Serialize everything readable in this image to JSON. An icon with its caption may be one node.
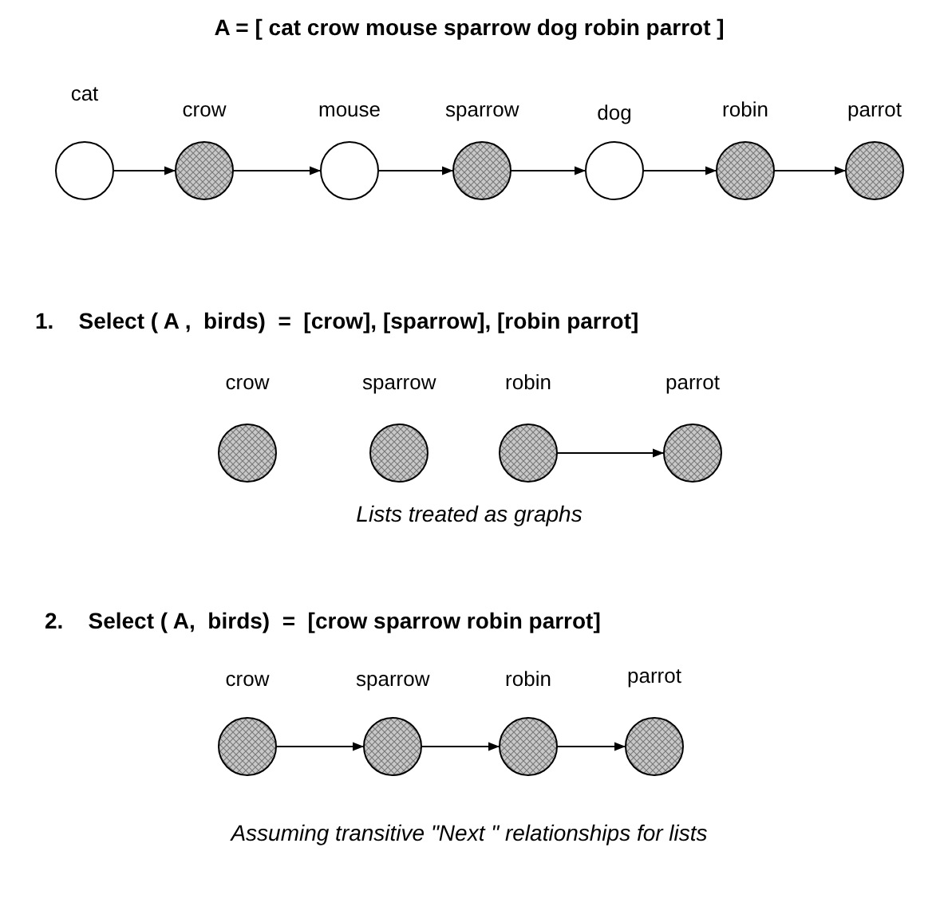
{
  "diagram": {
    "title": "A = [ cat crow mouse sparrow dog robin parrot ]",
    "nodes": [
      {
        "text": [
          "cat"
        ]
      },
      {
        "text": [
          "crow"
        ]
      },
      {
        "text": [
          "mouse"
        ]
      },
      {
        "text": [
          "sparrow"
        ]
      },
      {
        "text": [
          "dog"
        ]
      },
      {
        "text": [
          "robin"
        ]
      },
      {
        "text": [
          "parrot"
        ]
      },
      {
        "text": [
          "crow"
        ]
      },
      {
        "text": [
          "sparrow"
        ]
      },
      {
        "text": [
          "robin"
        ]
      },
      {
        "text": [
          "parrot"
        ]
      },
      {
        "text": [
          "crow"
        ]
      },
      {
        "text": [
          "sparrow"
        ]
      },
      {
        "text": [
          "robin"
        ]
      },
      {
        "text": [
          "parrot"
        ]
      }
    ],
    "edges": [
      {
        "from": 0,
        "to": 1,
        "arrow": "to"
      },
      {
        "from": 1,
        "to": 2,
        "arrow": "to"
      },
      {
        "from": 2,
        "to": 3,
        "arrow": "to"
      },
      {
        "from": 3,
        "to": 4,
        "arrow": "to"
      },
      {
        "from": 4,
        "to": 5,
        "arrow": "to"
      },
      {
        "from": 5,
        "to": 6,
        "arrow": "to"
      },
      {
        "from": 9,
        "to": 10,
        "arrow": "to"
      },
      {
        "from": 11,
        "to": 12,
        "arrow": "to"
      },
      {
        "from": 12,
        "to": 13,
        "arrow": "to"
      },
      {
        "from": 13,
        "to": 14,
        "arrow": "to"
      }
    ],
    "labels": [
      "1.    Select ( A ,  birds)  =  [crow], [sparrow], [robin parrot]",
      "Lists treated as graphs",
      "2.    Select ( A,  birds)  =  [crow sparrow robin parrot]",
      "Assuming transitive \"Next \" relationships for lists"
    ]
  }
}
